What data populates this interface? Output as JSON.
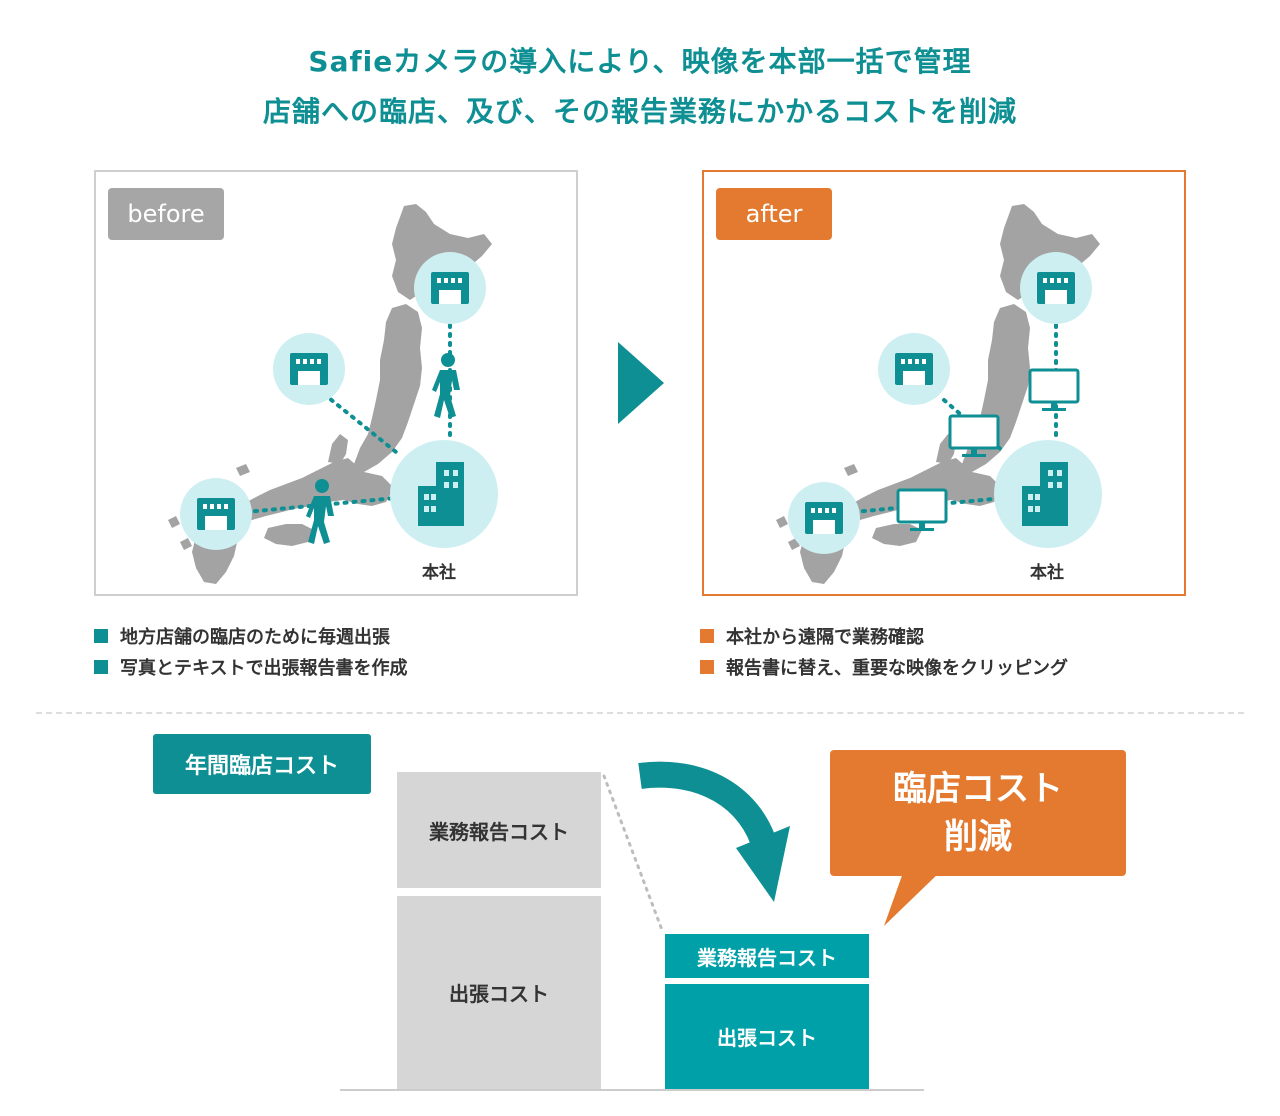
{
  "headline": {
    "line1": "Safieカメラの導入により、映像を本部一括で管理",
    "line2": "店舗への臨店、及び、その報告業務にかかるコストを削減"
  },
  "before": {
    "tag": "before",
    "hq_label": "本社",
    "bullets": [
      "地方店舗の臨店のために毎週出張",
      "写真とテキストで出張報告書を作成"
    ]
  },
  "after": {
    "tag": "after",
    "hq_label": "本社",
    "bullets": [
      "本社から遠隔で業務確認",
      "報告書に替え、重要な映像をクリッピング"
    ]
  },
  "cost": {
    "label": "年間臨店コスト",
    "before_bars": {
      "report": "業務報告コスト",
      "travel": "出張コスト"
    },
    "after_bars": {
      "report": "業務報告コスト",
      "travel": "出張コスト"
    },
    "callout": {
      "line1": "臨店コスト",
      "line2": "削減"
    }
  },
  "colors": {
    "teal": "#0e8f93",
    "teal_bar": "#00a0a8",
    "orange": "#e37a2f",
    "grey_tag": "#a6a6a6",
    "grey_bar": "#d6d6d6",
    "light_teal_circle": "#cdeff1",
    "map_grey": "#a3a3a3"
  },
  "icons": [
    "store-icon",
    "headquarters-icon",
    "person-walking-icon",
    "monitor-icon",
    "arrow-right-icon",
    "curved-arrow-icon"
  ]
}
